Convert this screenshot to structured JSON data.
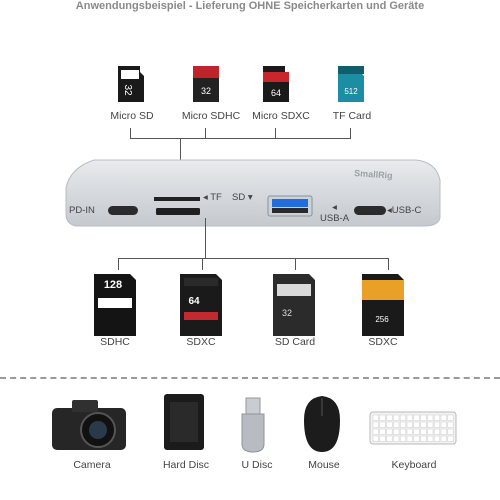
{
  "headline": "Anwendungsbeispiel - Lieferung OHNE Speicherkarten und Geräte",
  "top_cards": [
    {
      "label": "Micro SD",
      "capacity": "32"
    },
    {
      "label": "Micro SDHC",
      "capacity": "32"
    },
    {
      "label": "Micro SDXC",
      "capacity": "64"
    },
    {
      "label": "TF Card",
      "capacity": "512"
    }
  ],
  "hub": {
    "brand": "SmallRig",
    "pd_label": "PD-IN",
    "tf_label": "TF",
    "sd_label": "SD",
    "usba_label": "USB-A",
    "usbc_label": "USB-C"
  },
  "bottom_cards": [
    {
      "label": "SDHC",
      "capacity": "128"
    },
    {
      "label": "SDXC",
      "capacity": "64"
    },
    {
      "label": "SD Card",
      "capacity": "32"
    },
    {
      "label": "SDXC",
      "capacity": "256"
    }
  ],
  "devices": [
    {
      "label": "Camera"
    },
    {
      "label": "Hard Disc"
    },
    {
      "label": "U Disc"
    },
    {
      "label": "Mouse"
    },
    {
      "label": "Keyboard"
    }
  ],
  "colors": {
    "line": "#555555",
    "separator": "#9a9a9a",
    "usb_blue": "#1e6fd9"
  }
}
